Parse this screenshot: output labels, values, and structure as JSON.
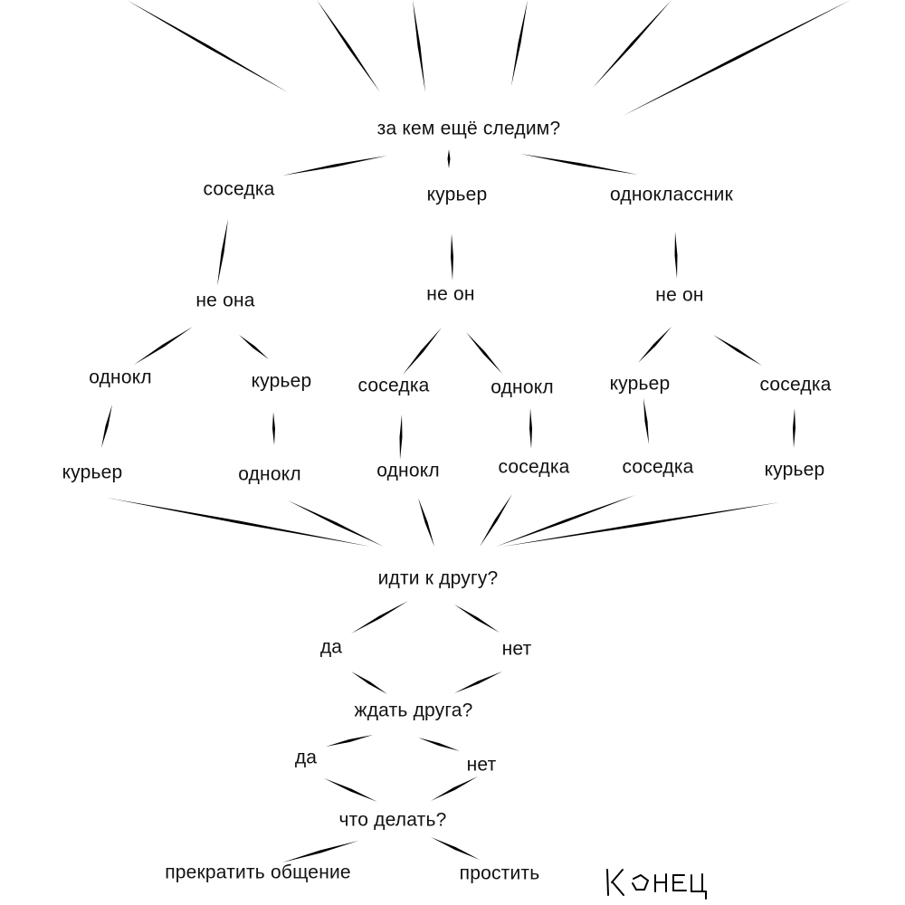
{
  "root": "за кем ещё следим?",
  "level1": [
    "соседка",
    "курьер",
    "одноклассник"
  ],
  "level2": [
    "не она",
    "не он",
    "не он"
  ],
  "level3": [
    "однокл",
    "курьер",
    "соседка",
    "однокл",
    "курьер",
    "соседка"
  ],
  "level4": [
    "курьер",
    "однокл",
    "однокл",
    "соседка",
    "соседка",
    "курьер"
  ],
  "q1": {
    "text": "идти к другу?",
    "yes": "да",
    "no": "нет"
  },
  "q2": {
    "text": "ждать друга?",
    "yes": "да",
    "no": "нет"
  },
  "q3": {
    "text": "что делать?",
    "opt_stop": "прекратить общение",
    "opt_forgive": "простить"
  },
  "signature": "Конец",
  "colors": {
    "line": "#000000",
    "text": "#111111",
    "background": "#ffffff"
  }
}
